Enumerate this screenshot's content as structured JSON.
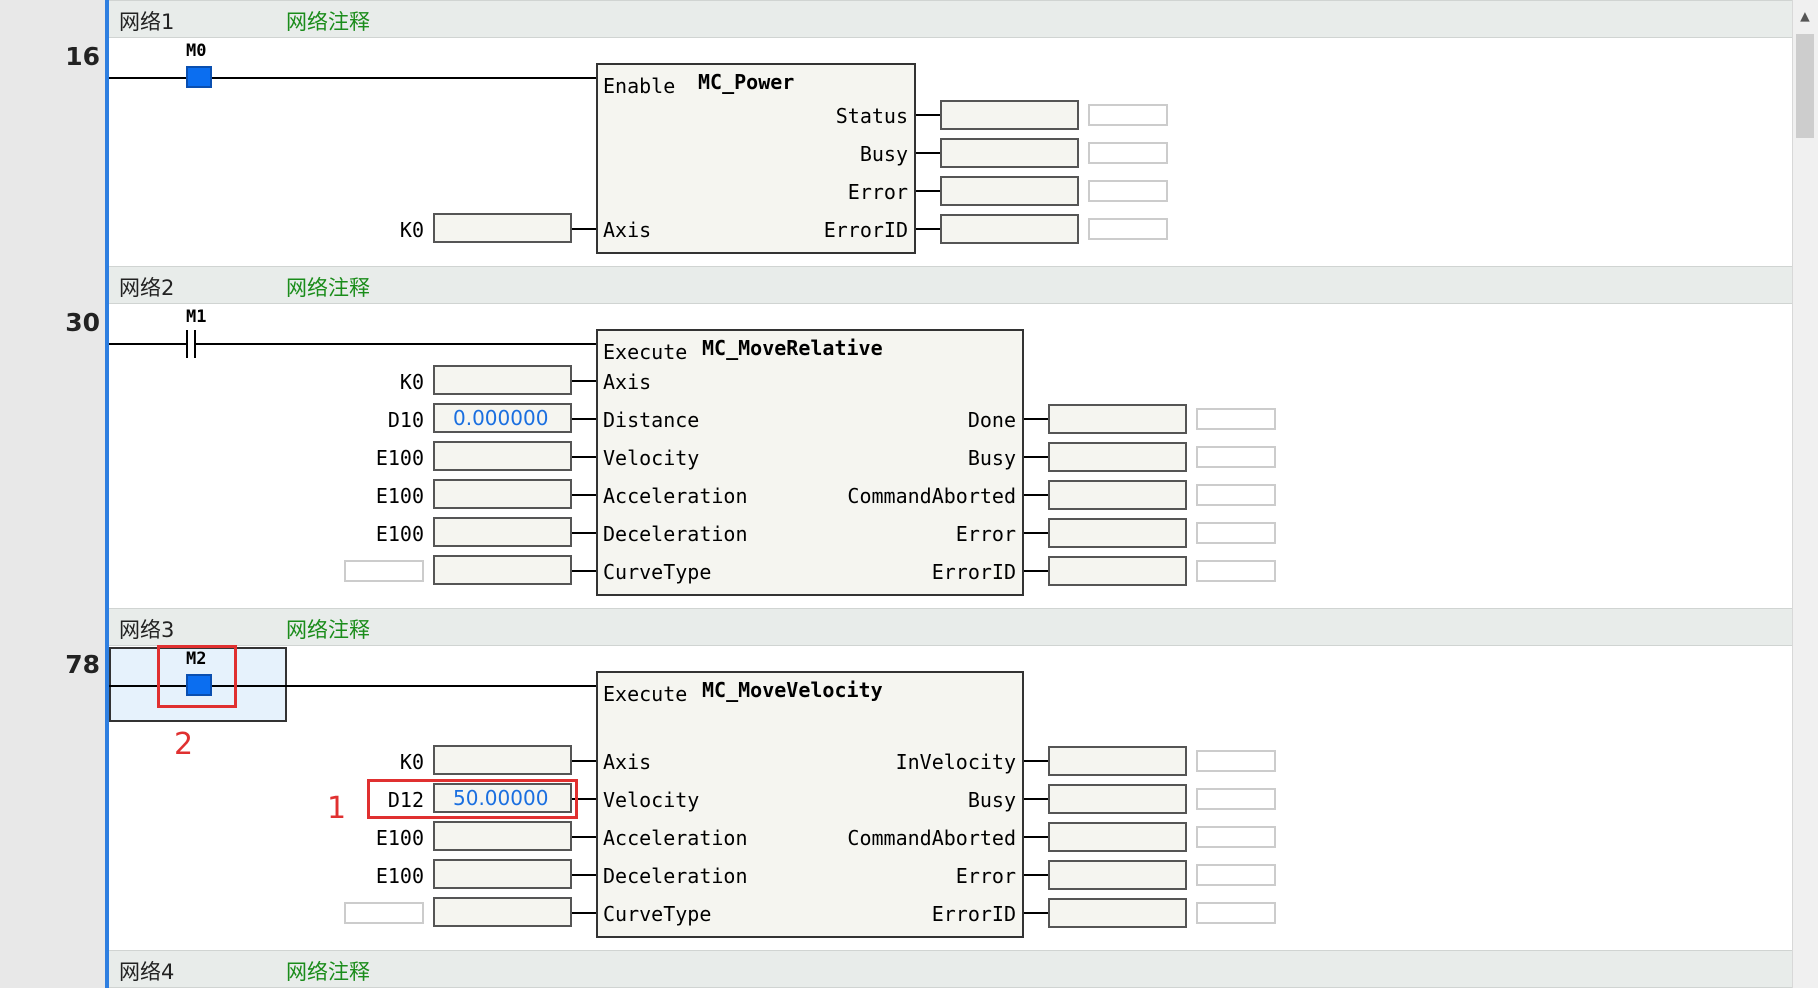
{
  "networks": [
    {
      "name": "网络1",
      "comment": "网络注释",
      "rung": "16"
    },
    {
      "name": "网络2",
      "comment": "网络注释",
      "rung": "30"
    },
    {
      "name": "网络3",
      "comment": "网络注释",
      "rung": "78"
    },
    {
      "name": "网络4",
      "comment": "网络注释"
    }
  ],
  "n1": {
    "contact": "M0",
    "fb_title": "MC_Power",
    "in_pins": [
      "Enable",
      "Axis"
    ],
    "axis_operand": "K0",
    "out_pins": [
      "Status",
      "Busy",
      "Error",
      "ErrorID"
    ]
  },
  "n2": {
    "contact": "M1",
    "fb_title": "MC_MoveRelative",
    "in_pins": [
      "Execute",
      "Axis",
      "Distance",
      "Velocity",
      "Acceleration",
      "Deceleration",
      "CurveType"
    ],
    "operands": [
      "K0",
      "D10",
      "E100",
      "E100",
      "E100"
    ],
    "distance_value": "0.000000",
    "out_pins": [
      "Done",
      "Busy",
      "CommandAborted",
      "Error",
      "ErrorID"
    ]
  },
  "n3": {
    "contact": "M2",
    "fb_title": "MC_MoveVelocity",
    "in_pins": [
      "Execute",
      "Axis",
      "Velocity",
      "Acceleration",
      "Deceleration",
      "CurveType"
    ],
    "operands": [
      "K0",
      "D12",
      "E100",
      "E100"
    ],
    "velocity_value": "50.00000",
    "out_pins": [
      "InVelocity",
      "Busy",
      "CommandAborted",
      "Error",
      "ErrorID"
    ]
  },
  "annotations": {
    "label1": "1",
    "label2": "2"
  },
  "colors": {
    "accent": "#0b6ef0",
    "comment": "#1a8c1a",
    "annotation": "#e03030"
  }
}
